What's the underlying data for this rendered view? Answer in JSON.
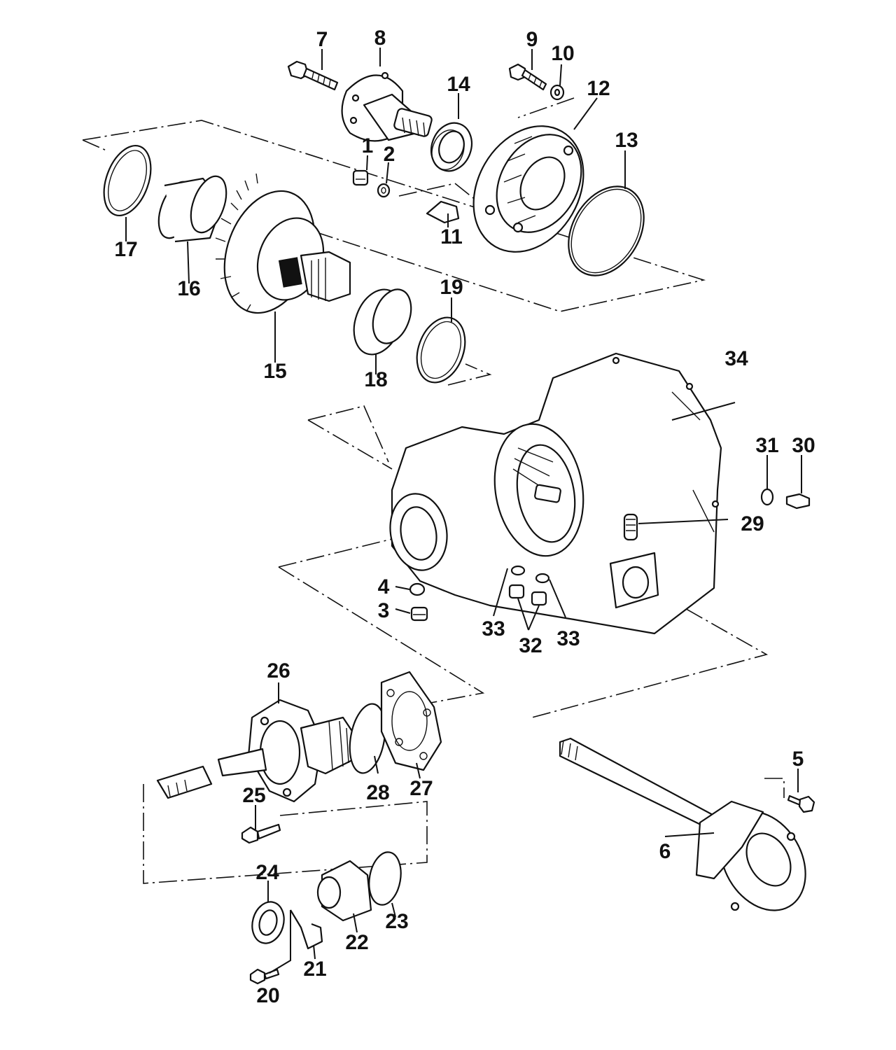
{
  "diagram": {
    "labels": [
      "1",
      "2",
      "3",
      "4",
      "5",
      "6",
      "7",
      "8",
      "9",
      "10",
      "11",
      "12",
      "13",
      "14",
      "15",
      "16",
      "17",
      "18",
      "19",
      "20",
      "21",
      "22",
      "23",
      "24",
      "25",
      "26",
      "27",
      "28",
      "29",
      "30",
      "31",
      "32",
      "33",
      "33",
      "34"
    ]
  },
  "colors": {
    "ink": "#111111",
    "paper": "#ffffff"
  }
}
